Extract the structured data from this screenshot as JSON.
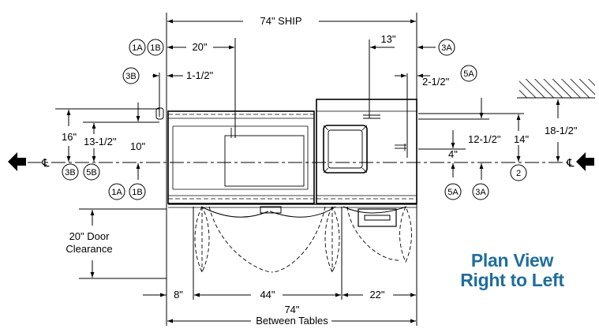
{
  "title": {
    "line1": "Plan View",
    "line2": "Right to Left"
  },
  "colors": {
    "title": "#1f6e9c",
    "line": "#000000",
    "background": "#ffffff"
  },
  "dimensions": {
    "ship": "74\" SHIP",
    "d20": "20\"",
    "d13": "13\"",
    "d1_5": "1-1/2\"",
    "d2_5": "2-1/2\"",
    "d16": "16\"",
    "d13_5": "13-1/2\"",
    "d10": "10\"",
    "d12_5": "12-1/2\"",
    "d14": "14\"",
    "d18_5": "18-1/2\"",
    "d4": "4\"",
    "door_line1": "20\" Door",
    "door_line2": "Clearance",
    "d8": "8\"",
    "d44": "44\"",
    "d22": "22\"",
    "bottom_value": "74\"",
    "bottom_label": "Between Tables"
  },
  "callouts": {
    "c1A_top": "1A",
    "c1B_top": "1B",
    "c3B_top": "3B",
    "c3A_top": "3A",
    "c5A_top": "5A",
    "c3B_left": "3B",
    "c5B_left": "5B",
    "c1A_bot": "1A",
    "c1B_bot": "1B",
    "c5A_right": "5A",
    "c3A_right": "3A",
    "c2_right": "2"
  },
  "centerline": {
    "left_symbol": "℄",
    "right_symbol": "℄"
  },
  "icons": [
    "arrow-left-icon",
    "centerline-icon"
  ]
}
